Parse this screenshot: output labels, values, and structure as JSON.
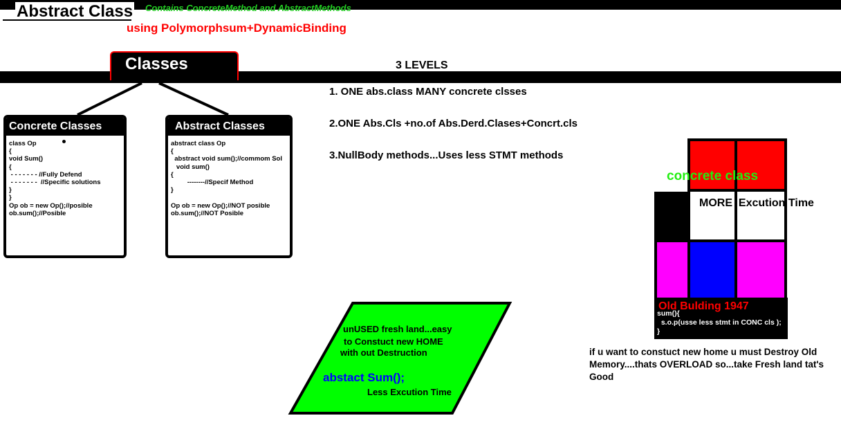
{
  "header": {
    "title": "Abstract Class",
    "subtitle_green": "Contains ConcreteMethod and AbstractMethods",
    "subtitle_red": "using Polymorphsum+DynamicBinding"
  },
  "classes_tab": {
    "label": "Classes"
  },
  "levels": {
    "title": "3 LEVELS",
    "items": [
      "1. ONE abs.class MANY concrete clsses",
      "2.ONE Abs.Cls +no.of Abs.Derd.Clases+Concrt.cls",
      "3.NullBody methods...Uses less STMT methods"
    ]
  },
  "concrete_box": {
    "title": "Concrete Classes",
    "code": [
      "class Op",
      "{",
      "void Sum()",
      "{",
      " - - - - - - - //Fully Defend",
      " - - - - - - -  //Specific solutions",
      "}",
      "}",
      "Op ob = new Op();//posible",
      "ob.sum();//Posible"
    ]
  },
  "abstract_box": {
    "title": "Abstract Classes",
    "code": [
      "abstract class Op",
      "{",
      "  abstract void sum();//commom Sol",
      "   void sum()",
      "{",
      "         --------//Specif Method",
      "}",
      "",
      "Op ob = new Op();//NOT posible",
      "ob.sum();//NOT Posible"
    ]
  },
  "land": {
    "line1": "unUSED fresh land...easy",
    "line2": "to Constuct new HOME",
    "line3": "with out Destruction",
    "method": "abstact Sum();",
    "time": "Less Excution Time"
  },
  "building": {
    "concrete_label": "concrete class",
    "more_time": "MORE  Excution Time",
    "old_label": "Old Bulding 1947",
    "code": [
      "sum(){",
      "  s.o.p(usse less stmt in CONC cls );",
      "}"
    ],
    "note": "if u want to constuct new home u must Destroy Old Memory....thats OVERLOAD so...take Fresh land tat's Good"
  },
  "colors": {
    "red": "#ff0000",
    "green": "#22ee11",
    "magenta": "#ff00ff",
    "blue": "#0000ff",
    "lime": "#00ff00"
  }
}
